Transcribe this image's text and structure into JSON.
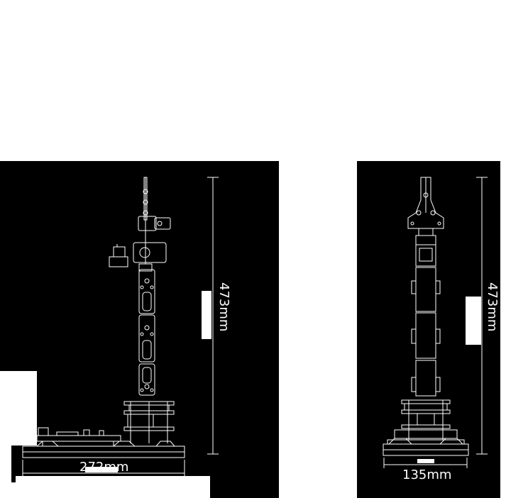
{
  "figure": {
    "side_view": {
      "height_label": "473mm",
      "width_label": "272mm"
    },
    "front_view": {
      "height_label": "473mm",
      "width_label": "135mm"
    }
  },
  "colors": {
    "background": "#ffffff",
    "panel": "#000000",
    "linework": "#ffffff"
  }
}
